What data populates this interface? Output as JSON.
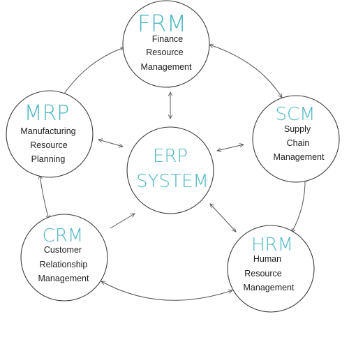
{
  "colors": {
    "accent": "#4fb7c5",
    "text": "#1e1e1e",
    "muted": "#8a8a8a",
    "stroke": "#3a3a3a"
  },
  "center": {
    "line1": "ERP",
    "line2": "SYSTEM"
  },
  "nodes": [
    {
      "abbr": "FRM",
      "lines": [
        "Finance",
        "Resource",
        "Management"
      ],
      "muted": true
    },
    {
      "abbr": "SCM",
      "lines": [
        "Supply",
        "Chain",
        "Management"
      ],
      "muted": false
    },
    {
      "abbr": "HRM",
      "lines": [
        "Human",
        "Resource",
        "Management"
      ],
      "muted": false
    },
    {
      "abbr": "CRM",
      "lines": [
        "Customer",
        "Relationship",
        "Management"
      ],
      "muted": false
    },
    {
      "abbr": "MRP",
      "lines": [
        "Manufacturing",
        "Resource",
        "Planning"
      ],
      "muted": false
    }
  ]
}
